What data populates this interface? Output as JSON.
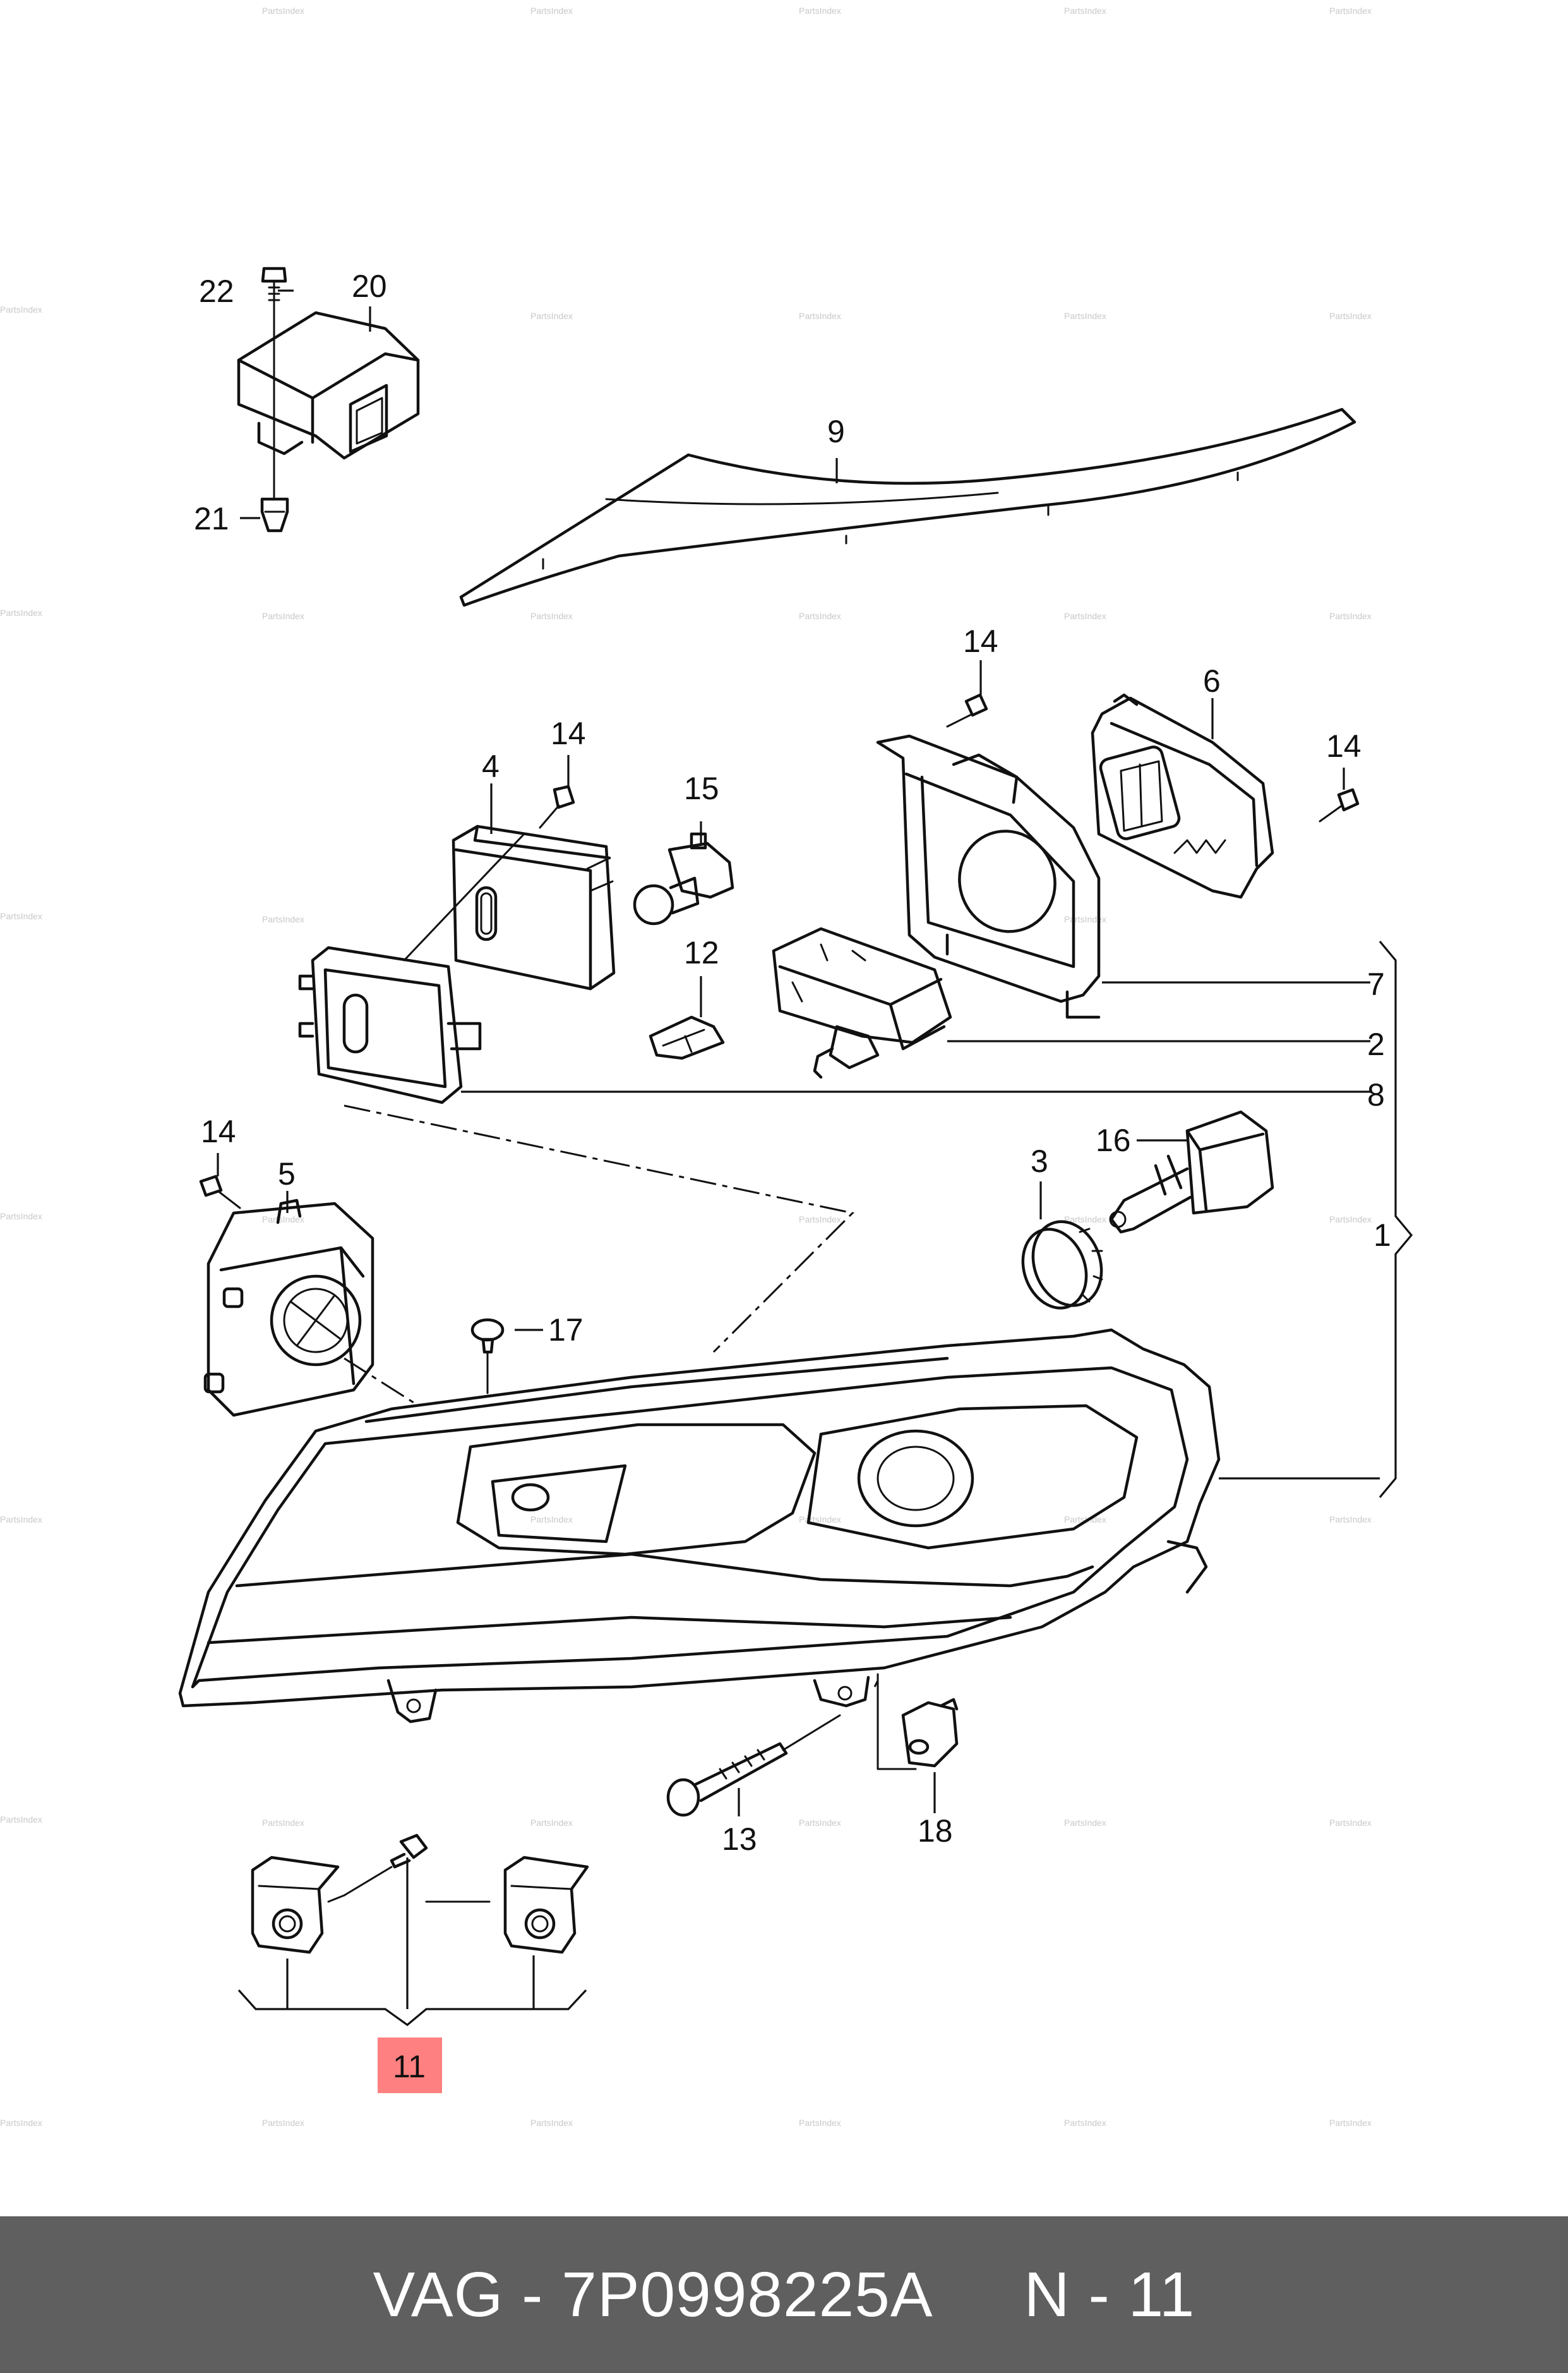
{
  "labels": {
    "p1": "1",
    "p2": "2",
    "p3": "3",
    "p4": "4",
    "p5": "5",
    "p6": "6",
    "p7": "7",
    "p8": "8",
    "p9": "9",
    "p11": "11",
    "p12": "12",
    "p13": "13",
    "p14a": "14",
    "p14b": "14",
    "p14c": "14",
    "p14d": "14",
    "p15": "15",
    "p16": "16",
    "p17": "17",
    "p18": "18",
    "p20": "20",
    "p21": "21",
    "p22": "22"
  },
  "highlight": {
    "part": "11",
    "color": "#ff8080"
  },
  "watermark": "PartsIndex",
  "footer": {
    "brand": "VAG",
    "separator": " - ",
    "part_number": "7P0998225A",
    "position_label": "N - 11",
    "background": "#5f5f5f"
  }
}
